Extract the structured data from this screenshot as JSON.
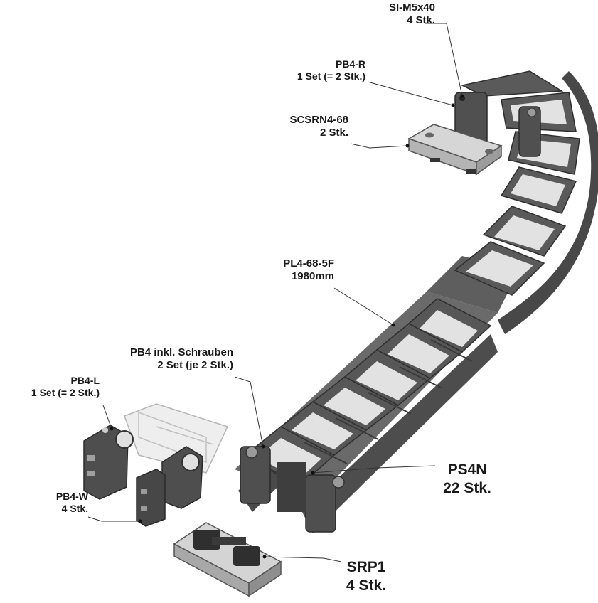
{
  "colors": {
    "chain": "#5a5a5a",
    "chain_dark": "#383838",
    "chain_light": "#8a8a8a",
    "bracket": "#c8c8c8",
    "transparent_part": "#e6e6e6",
    "leader": "#333333",
    "text": "#1a1a1a"
  },
  "labels": {
    "si_m5x40": {
      "name": "SI-M5x40",
      "qty": "4 Stk."
    },
    "pb4_r": {
      "name": "PB4-R",
      "qty": "1 Set (= 2 Stk.)"
    },
    "scsrn4_68": {
      "name": "SCSRN4-68",
      "qty": "2 Stk."
    },
    "pl4_68_5f": {
      "name": "PL4-68-5F",
      "qty": "1980mm"
    },
    "pb4_schrauben": {
      "name": "PB4 inkl. Schrauben",
      "qty": "2 Set (je 2 Stk.)"
    },
    "pb4_l": {
      "name": "PB4-L",
      "qty": "1 Set (= 2 Stk.)"
    },
    "ps4n": {
      "name": "PS4N",
      "qty": "22 Stk."
    },
    "pb4_w": {
      "name": "PB4-W",
      "qty": "4 Stk."
    },
    "srp1": {
      "name": "SRP1",
      "qty": "4 Stk."
    }
  },
  "icons": [
    "cable-chain-illustration",
    "mounting-bracket-illustration",
    "strain-relief-illustration",
    "end-bracket-illustration"
  ]
}
